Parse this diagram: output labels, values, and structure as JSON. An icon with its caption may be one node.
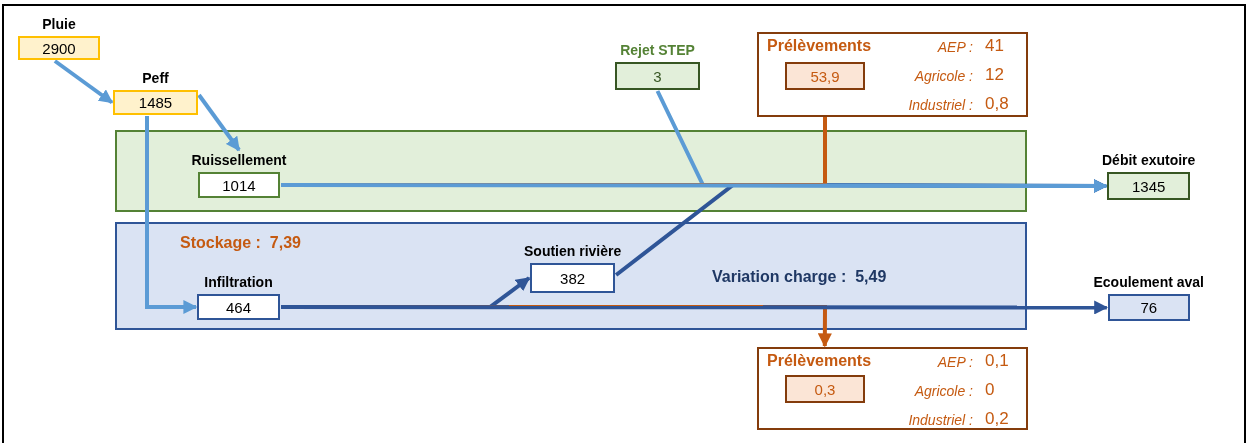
{
  "diagram": {
    "nodes": [
      {
        "text": [
          "Pluie",
          "2900"
        ]
      },
      {
        "text": [
          "Peff",
          "1485"
        ]
      },
      {
        "text": [],
        "shape": "box"
      },
      {
        "text": [
          "Ruissellement",
          "1014"
        ],
        "in": 2
      },
      {
        "text": [],
        "shape": "box"
      },
      {
        "text": [
          "Infiltration",
          "464"
        ],
        "in": 4
      },
      {
        "text": [
          "Soutien rivière",
          "382"
        ],
        "in": 4
      },
      {
        "text": [
          "Rejet STEP",
          "3"
        ]
      },
      {
        "text": [
          "Prélèvements",
          "AEP :",
          "41",
          "Agricole :",
          "12",
          "Industriel :",
          "0,8"
        ]
      },
      {
        "text": [
          "53,9"
        ],
        "in": 8
      },
      {
        "text": [
          "Débit exutoire",
          "1345"
        ]
      },
      {
        "text": [
          "Ecoulement aval",
          "76"
        ]
      },
      {
        "text": [
          "Prélèvements",
          "AEP :",
          "0,1",
          "Agricole :",
          "0",
          "Industriel :",
          "0,2"
        ]
      },
      {
        "text": [
          "0,3"
        ],
        "in": 12
      }
    ],
    "edges": [
      {
        "from": 0,
        "to": 1,
        "arrow": "to"
      },
      {
        "from": 1,
        "to": 3,
        "arrow": "to"
      },
      {
        "from": 1,
        "to": 5,
        "arrow": "to"
      },
      {
        "from": 3,
        "to": 10,
        "arrow": "to"
      },
      {
        "from": 7,
        "to": 10,
        "arrow": "to"
      },
      {
        "from": 6,
        "to": 10,
        "arrow": "to",
        "color": "#2f5597"
      },
      {
        "from": 3,
        "to": 9,
        "arrow": "to",
        "color": "#c55a11"
      },
      {
        "from": 5,
        "to": 6,
        "arrow": "to",
        "color": "#2f5597"
      },
      {
        "from": 5,
        "to": 11,
        "arrow": "to",
        "color": "#2f5597"
      },
      {
        "from": 5,
        "to": 12,
        "arrow": "to",
        "color": "#c55a11"
      }
    ],
    "labels": [
      "Stockage :  7,39",
      "Variation charge :  5,49"
    ]
  }
}
